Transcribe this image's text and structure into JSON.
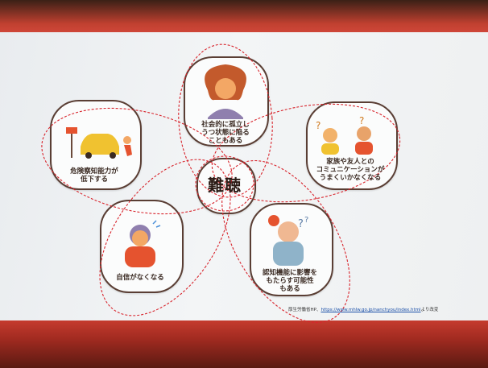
{
  "center": {
    "label": "難聴"
  },
  "items": [
    {
      "id": "social-isolation",
      "text": "社会的に孤立し\nうつ状態に陥る\nこともある"
    },
    {
      "id": "communication",
      "text": "家族や友人との\nコミュニケーションが\nうまくいかなくなる"
    },
    {
      "id": "cognitive",
      "text": "認知機能に影響を\nもたらす可能性\nもある"
    },
    {
      "id": "confidence",
      "text": "自信がなくなる"
    },
    {
      "id": "danger",
      "text": "危険察知能力が\n低下する"
    }
  ],
  "footer": {
    "prefix": "厚生労働省HP、",
    "link": "https://www.mhlw.go.jp/nanchyou/index.html",
    "suffix": "より改変"
  },
  "colors": {
    "ellipse": "#d8242c",
    "panel_border": "#5a3e34",
    "accent_orange": "#e5532f"
  }
}
